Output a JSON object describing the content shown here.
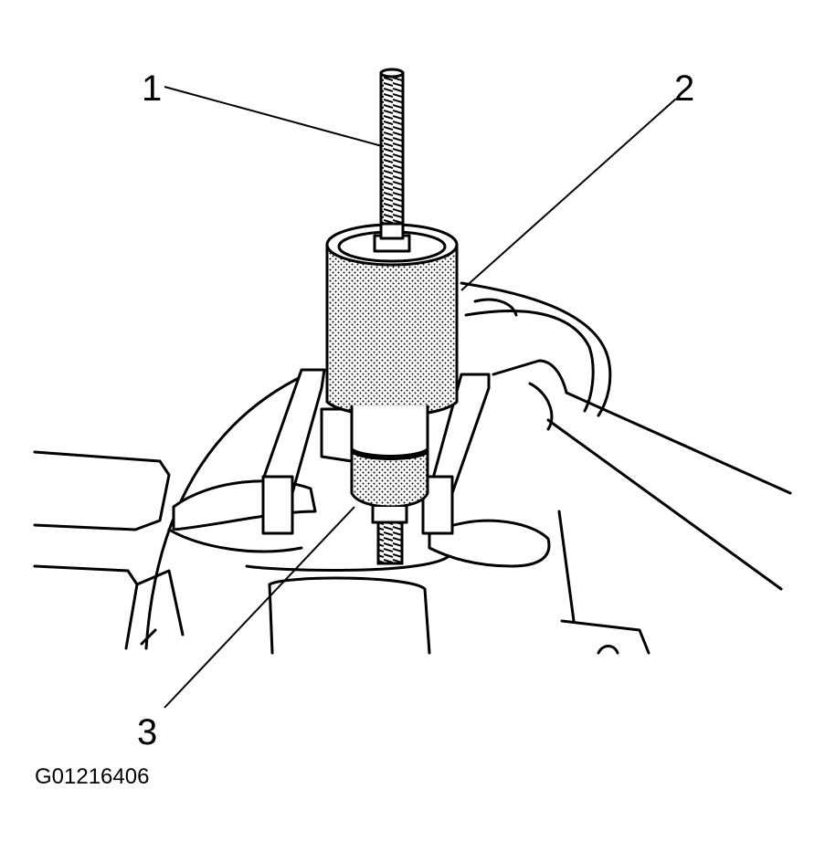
{
  "callouts": [
    {
      "label": "1",
      "part": "threaded-rod"
    },
    {
      "label": "2",
      "part": "puller-sleeve"
    },
    {
      "label": "3",
      "part": "adapter"
    }
  ],
  "figure_id": "G01216406"
}
